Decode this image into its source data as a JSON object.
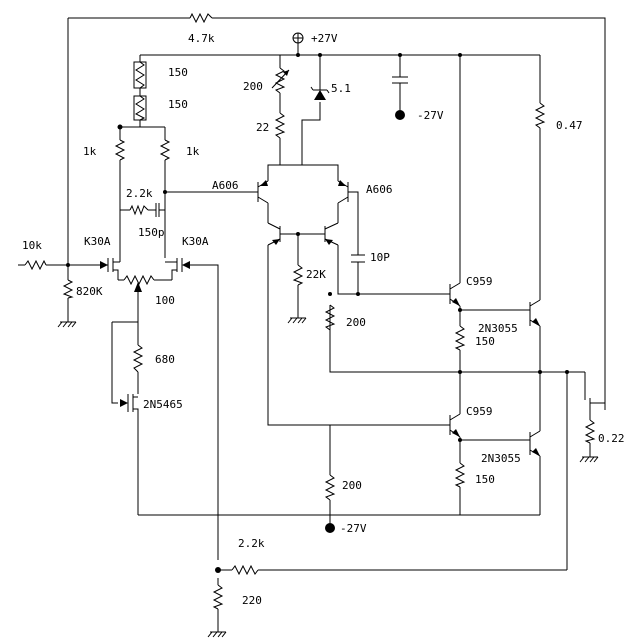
{
  "labels": {
    "r_4_7k": "4.7k",
    "pos27v": "+27V",
    "r_150_a": "150",
    "r_150_b": "150",
    "r_200_trim": "200",
    "r_22": "22",
    "zener_5_1": "5.1",
    "neg27v_top": "-27V",
    "r_0_47": "0.47",
    "r_1k_left": "1k",
    "r_1k_right": "1k",
    "a606_left": "A606",
    "a606_right": "A606",
    "r_2_2k_small": "2.2k",
    "c_150p": "150p",
    "k30a_left": "K30A",
    "k30a_right": "K30A",
    "r_10k": "10k",
    "r_820k": "820K",
    "pot_100": "100",
    "r_680": "680",
    "jfet_2n5465": "2N5465",
    "r_22k": "22K",
    "c_10p": "10P",
    "r_200_mid": "200",
    "c959_upper": "C959",
    "q2n3055_upper": "2N3055",
    "r_150_upper": "150",
    "c959_lower": "C959",
    "r_0_22": "0.22",
    "q2n3055_lower": "2N3055",
    "r_150_lower": "150",
    "r_200_lower": "200",
    "neg27v_bottom": "-27V",
    "r_2_2k_feedback": "2.2k",
    "r_220": "220"
  }
}
